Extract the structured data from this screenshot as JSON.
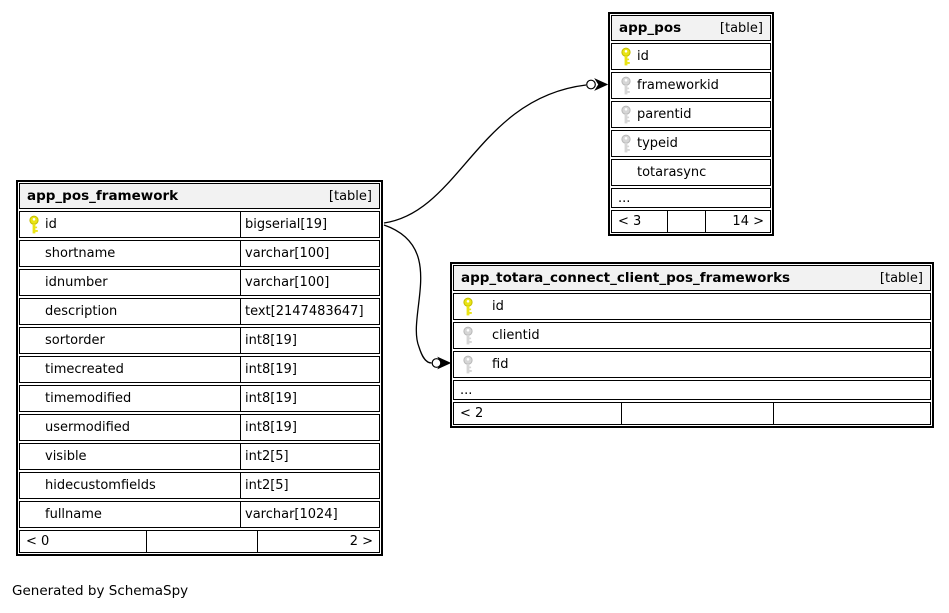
{
  "page": {
    "generated_note": "Generated by SchemaSpy"
  },
  "colors": {
    "background": "#ffffff",
    "table_border": "#000000",
    "header_bg": "#f2f2f2",
    "primary_key_icon": "#eae414",
    "foreign_key_icon": "#d6d6d6"
  },
  "icons": {
    "primary_key": "yellow-key-icon",
    "foreign_key": "gray-key-icon"
  },
  "tables": [
    {
      "name": "app_pos_framework",
      "badge": "[table]",
      "columns": [
        {
          "name": "id",
          "type": "bigserial[19]",
          "key": "primary"
        },
        {
          "name": "shortname",
          "type": "varchar[100]",
          "key": "none"
        },
        {
          "name": "idnumber",
          "type": "varchar[100]",
          "key": "none"
        },
        {
          "name": "description",
          "type": "text[2147483647]",
          "key": "none"
        },
        {
          "name": "sortorder",
          "type": "int8[19]",
          "key": "none"
        },
        {
          "name": "timecreated",
          "type": "int8[19]",
          "key": "none"
        },
        {
          "name": "timemodified",
          "type": "int8[19]",
          "key": "none"
        },
        {
          "name": "usermodified",
          "type": "int8[19]",
          "key": "none"
        },
        {
          "name": "visible",
          "type": "int2[5]",
          "key": "none"
        },
        {
          "name": "hidecustomfields",
          "type": "int2[5]",
          "key": "none"
        },
        {
          "name": "fullname",
          "type": "varchar[1024]",
          "key": "none"
        }
      ],
      "footer": {
        "left": "< 0",
        "middle": "",
        "right": "2 >"
      }
    },
    {
      "name": "app_pos",
      "badge": "[table]",
      "columns": [
        {
          "name": "id",
          "key": "primary"
        },
        {
          "name": "frameworkid",
          "key": "foreign"
        },
        {
          "name": "parentid",
          "key": "foreign"
        },
        {
          "name": "typeid",
          "key": "foreign"
        },
        {
          "name": "totarasync",
          "key": "none"
        }
      ],
      "ellipsis": "...",
      "footer": {
        "left": "< 3",
        "middle": "",
        "right": "14 >"
      }
    },
    {
      "name": "app_totara_connect_client_pos_frameworks",
      "badge": "[table]",
      "columns": [
        {
          "name": "id",
          "key": "primary"
        },
        {
          "name": "clientid",
          "key": "foreign"
        },
        {
          "name": "fid",
          "key": "foreign"
        }
      ],
      "ellipsis": "...",
      "footer": {
        "left": "< 2",
        "middle": "",
        "right": ""
      }
    }
  ],
  "relationships": [
    {
      "from": "app_pos_framework.id",
      "to": "app_pos.frameworkid"
    },
    {
      "from": "app_pos_framework.id",
      "to": "app_totara_connect_client_pos_frameworks.fid"
    }
  ]
}
